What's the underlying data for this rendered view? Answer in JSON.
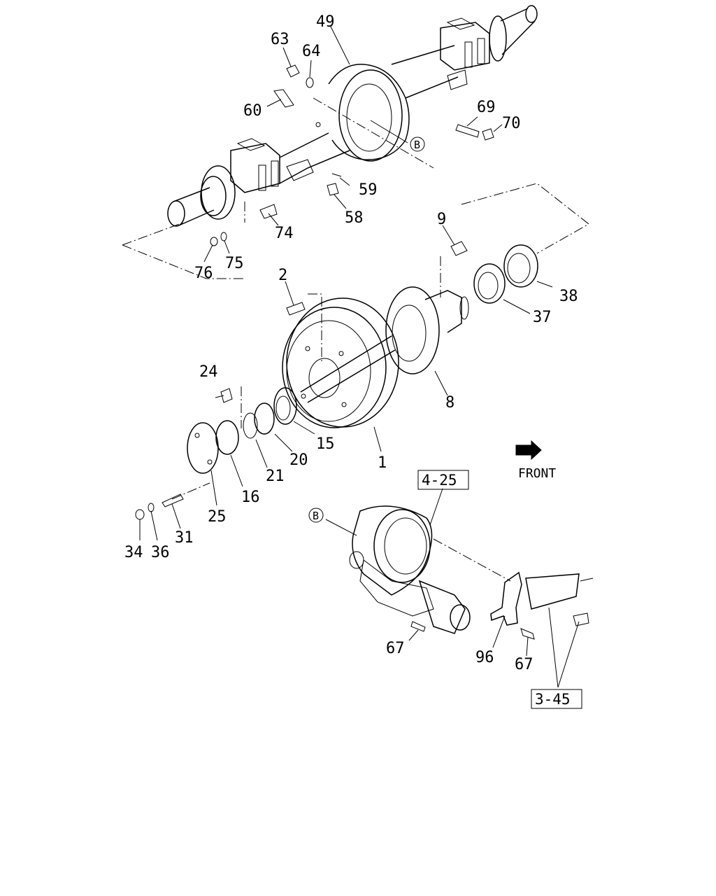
{
  "labels": {
    "p1": "1",
    "p2": "2",
    "p8": "8",
    "p9": "9",
    "p15": "15",
    "p16": "16",
    "p20": "20",
    "p21": "21",
    "p24": "24",
    "p25": "25",
    "p31": "31",
    "p34": "34",
    "p36": "36",
    "p37": "37",
    "p38": "38",
    "p49": "49",
    "p58": "58",
    "p59": "59",
    "p60": "60",
    "p63": "63",
    "p64": "64",
    "p67a": "67",
    "p67b": "67",
    "p69": "69",
    "p70": "70",
    "p74": "74",
    "p75": "75",
    "p76": "76",
    "p96": "96"
  },
  "refs": {
    "ref_4_25": "4-25",
    "ref_3_45": "3-45"
  },
  "markers": {
    "b_top": "B",
    "b_diff": "B"
  },
  "direction": {
    "front": "FRONT"
  }
}
